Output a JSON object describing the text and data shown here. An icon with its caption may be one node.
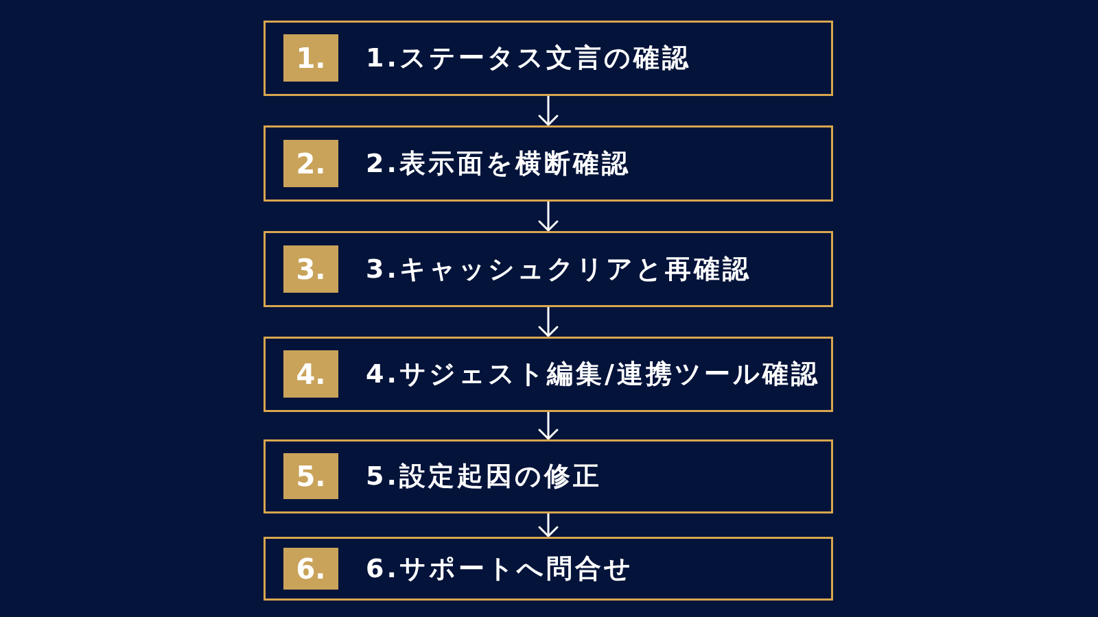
{
  "diagram": {
    "nodes": [
      {
        "text": [
          "1.ステータス文言の確認"
        ]
      },
      {
        "text": [
          "1."
        ],
        "in": 0
      },
      {
        "text": [
          "2.表示面を横断確認"
        ]
      },
      {
        "text": [
          "2."
        ],
        "in": 2
      },
      {
        "text": [
          "3.キャッシュクリアと再確認"
        ]
      },
      {
        "text": [
          "3."
        ],
        "in": 4
      },
      {
        "text": [
          "4.サジェスト編集/連携ツール確認"
        ]
      },
      {
        "text": [
          "4."
        ],
        "in": 6
      },
      {
        "text": [
          "5.設定起因の修正"
        ]
      },
      {
        "text": [
          "5."
        ],
        "in": 8
      },
      {
        "text": [
          "6.サポートへ問合せ"
        ]
      },
      {
        "text": [
          "6."
        ],
        "in": 10
      }
    ],
    "edges": [
      {
        "from": 0,
        "to": 2,
        "arrow": "to"
      },
      {
        "from": 2,
        "to": 4,
        "arrow": "to"
      },
      {
        "from": 4,
        "to": 6,
        "arrow": "to"
      },
      {
        "from": 6,
        "to": 8,
        "arrow": "to"
      },
      {
        "from": 8,
        "to": 10,
        "arrow": "to"
      }
    ]
  }
}
